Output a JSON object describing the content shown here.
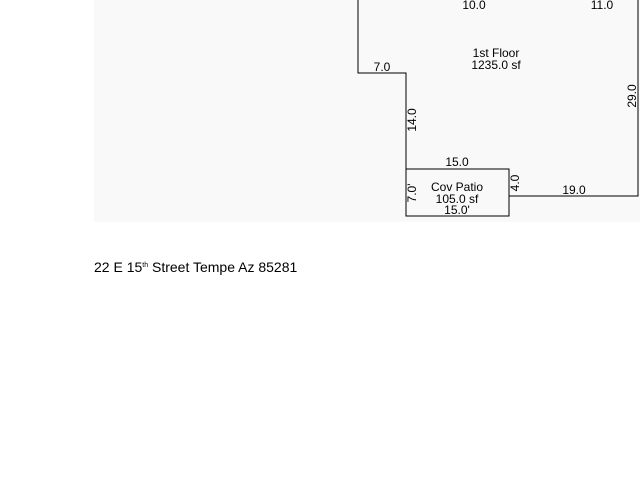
{
  "floor_plan": {
    "rooms": [
      {
        "name": "1st Floor",
        "area": "1235.0 sf"
      },
      {
        "name": "Cov Patio",
        "area": "105.0 sf",
        "bottom_dim": "15.0'"
      }
    ],
    "dimensions": {
      "top_left": "10.0",
      "top_right": "11.0",
      "step_top": "7.0",
      "left_wall": "14.0",
      "patio_top": "15.0",
      "patio_left": "7.0'",
      "patio_right": "4.0",
      "bottom_right": "19.0",
      "right_wall": "29.0"
    }
  },
  "address": {
    "prefix": "22 E 15",
    "ordinal": "th",
    "suffix": " Street Tempe Az 85281"
  }
}
